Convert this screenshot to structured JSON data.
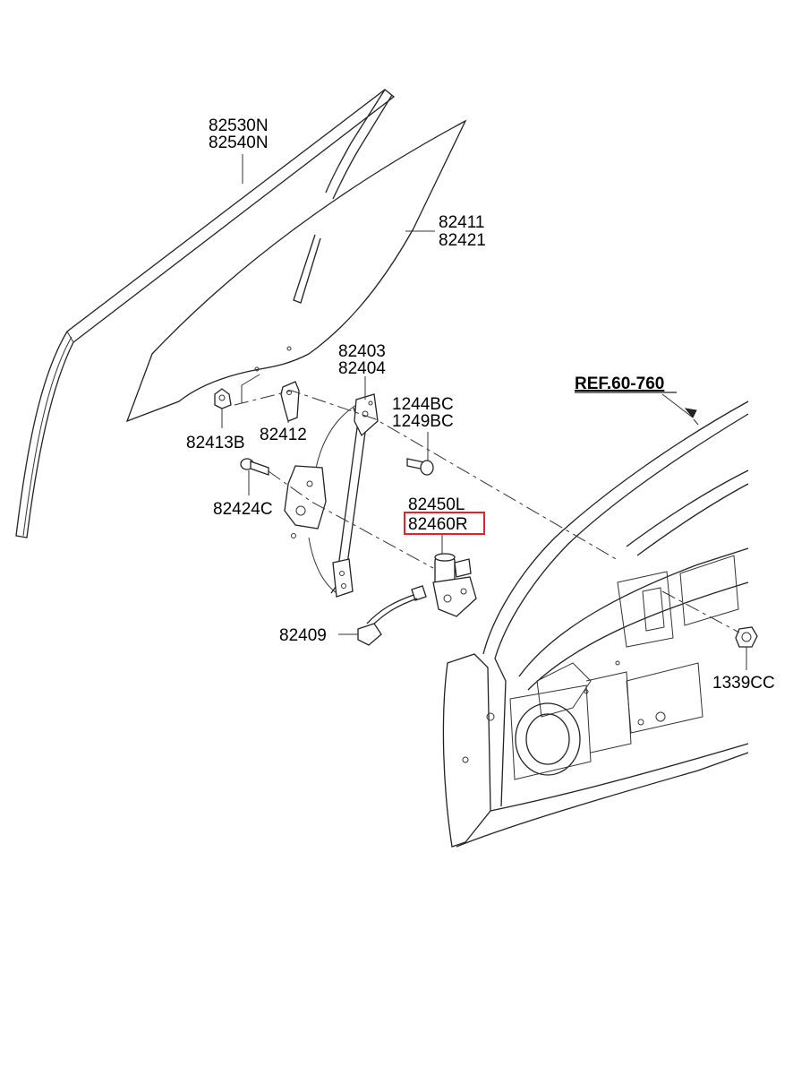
{
  "labels": {
    "glass_run_1": "82530N",
    "glass_run_2": "82540N",
    "glass_1": "82411",
    "glass_2": "82421",
    "regulator_1": "82403",
    "regulator_2": "82404",
    "bolt_1": "1244BC",
    "bolt_2": "1249BC",
    "clip": "82413B",
    "holder": "82412",
    "bolt_c": "82424C",
    "motor_l": "82450L",
    "motor_r": "82460R",
    "connector": "82409",
    "nut": "1339CC",
    "ref": "REF.60-760"
  },
  "highlight": {
    "label": "82460R",
    "color": "#e0242a"
  }
}
